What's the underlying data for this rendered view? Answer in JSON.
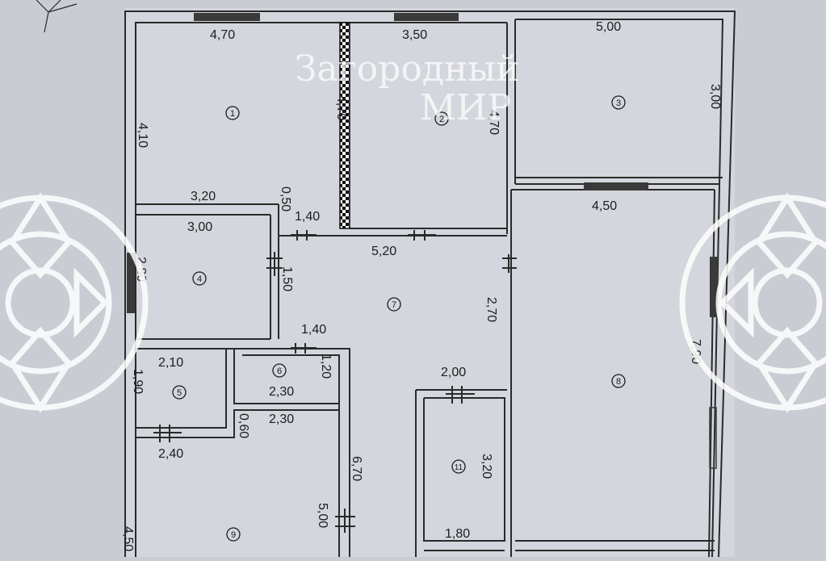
{
  "watermark": {
    "line1": "Загородный",
    "line2": "МИР"
  },
  "rooms": [
    {
      "id": "room-1",
      "label": "1"
    },
    {
      "id": "room-2",
      "label": "2"
    },
    {
      "id": "room-3",
      "label": "3"
    },
    {
      "id": "room-4",
      "label": "4"
    },
    {
      "id": "room-5",
      "label": "5"
    },
    {
      "id": "room-6",
      "label": "6"
    },
    {
      "id": "room-7",
      "label": "7"
    },
    {
      "id": "room-8",
      "label": "8"
    },
    {
      "id": "room-9",
      "label": "9"
    },
    {
      "id": "room-11",
      "label": "11"
    }
  ],
  "dimensions": {
    "r1_width": "4,70",
    "r1_height": "4,10",
    "r1_inner": "4,70",
    "r2_width": "3,50",
    "r2_height": "4,70",
    "r3_width": "5,00",
    "r3_height": "3,00",
    "r4_top": "3,20",
    "r4_inner": "3,00",
    "r4_height": "2,80",
    "r4_door": "1,50",
    "gap_050": "0,50",
    "d140_a": "1,40",
    "r7_width": "5,20",
    "r7_height": "2,70",
    "r8_width": "4,50",
    "r8_height": "7,90",
    "d140_b": "1,40",
    "r6_height": "1,20",
    "r6_width": "2,30",
    "r5_width": "2,10",
    "r5_height": "1,90",
    "d230": "2,30",
    "d060": "0,60",
    "d240": "2,40",
    "d670": "6,70",
    "r11_width": "2,00",
    "r11_height": "3,20",
    "r11_bottom": "1,80",
    "d500": "5,00",
    "d450": "4,50"
  },
  "colors": {
    "paper": "#c9ccd3",
    "wall": "#2a2a2a",
    "watermark": "#ffffff"
  }
}
